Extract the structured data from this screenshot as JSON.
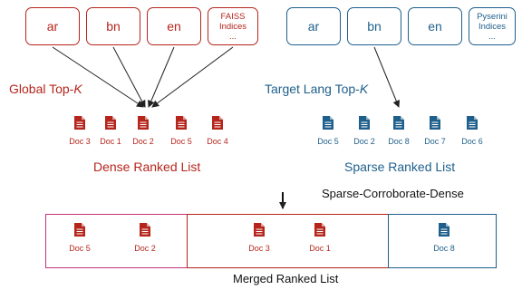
{
  "colors": {
    "dense": "#b5251c",
    "sparse": "#1f5f8b",
    "merged_sparse_border": "#c0357e",
    "arrow": "#222222"
  },
  "dense_sources": [
    {
      "label": "ar"
    },
    {
      "label": "bn"
    },
    {
      "label": "en"
    },
    {
      "label_lines": [
        "FAISS",
        "Indices",
        "..."
      ]
    }
  ],
  "sparse_sources": [
    {
      "label": "ar"
    },
    {
      "label": "bn"
    },
    {
      "label": "en"
    },
    {
      "label_lines": [
        "Pyserini",
        "Indices",
        "..."
      ]
    }
  ],
  "global_topk": {
    "prefix": "Global Top-",
    "k": "K"
  },
  "target_topk": {
    "prefix": "Target Lang Top-",
    "k": "K"
  },
  "dense_list": {
    "title": "Dense Ranked List",
    "docs": [
      "Doc 3",
      "Doc 1",
      "Doc 2",
      "Doc 5",
      "Doc 4"
    ],
    "icon": "document-icon"
  },
  "sparse_list": {
    "title": "Sparse Ranked List",
    "docs": [
      "Doc 5",
      "Doc 2",
      "Doc 8",
      "Doc 7",
      "Doc 6"
    ],
    "icon": "document-icon"
  },
  "method_label": "Sparse-Corroborate-Dense",
  "merged_list": {
    "title": "Merged Ranked List",
    "corroborated": [
      "Doc 5",
      "Doc 2"
    ],
    "dense_only": [
      "Doc 3",
      "Doc 1"
    ],
    "sparse_only": [
      "Doc 8"
    ]
  }
}
